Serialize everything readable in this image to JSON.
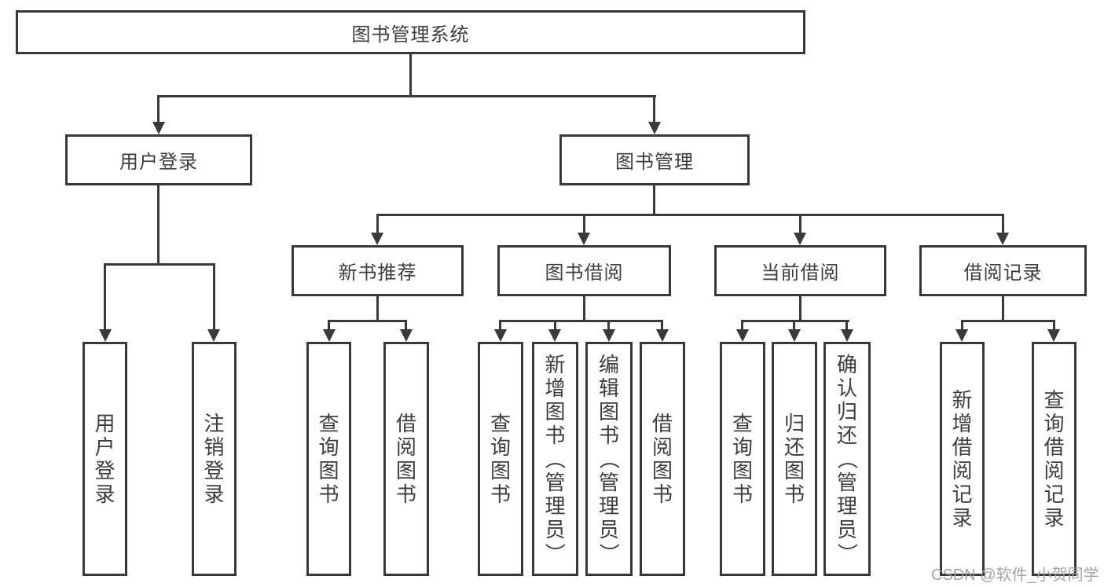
{
  "title": "图书管理系统",
  "user_login": {
    "label": "用户登录",
    "leaves": [
      "用户登录",
      "注销登录"
    ]
  },
  "book_mgmt": {
    "label": "图书管理",
    "groups": [
      {
        "label": "新书推荐",
        "leaves": [
          "查询图书",
          "借阅图书"
        ]
      },
      {
        "label": "图书借阅",
        "leaves": [
          "查询图书",
          "新增图书（管理员）",
          "编辑图书（管理员）",
          "借阅图书"
        ]
      },
      {
        "label": "当前借阅",
        "leaves": [
          "查询图书",
          "归还图书",
          "确认归还（管理员）"
        ]
      },
      {
        "label": "借阅记录",
        "leaves": [
          "新增借阅记录",
          "查询借阅记录"
        ]
      }
    ]
  },
  "watermark": "CSDN @软件_小贺同学",
  "colors": {
    "line": "#3a3a3a",
    "text": "#3d3d3d",
    "watermark": "#9c9c9c"
  }
}
